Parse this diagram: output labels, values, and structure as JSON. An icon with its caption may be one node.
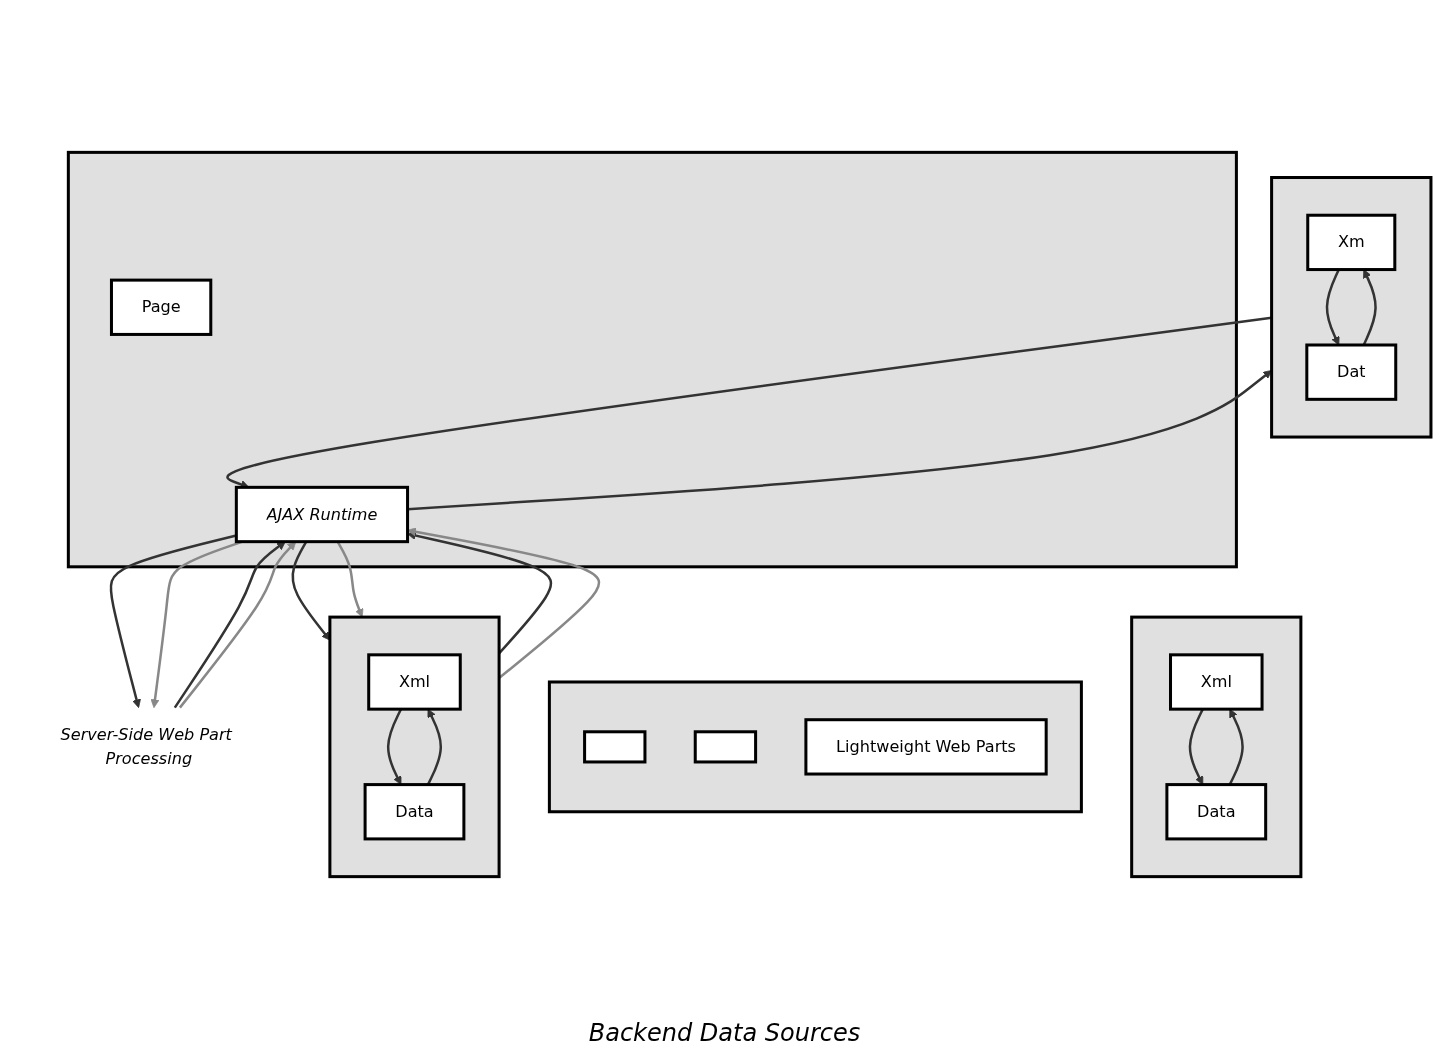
{
  "diagram": {
    "nodes": [
      {
        "text": [],
        "shape": "box"
      },
      {
        "text": [
          "Page"
        ],
        "in": 0
      },
      {
        "text": [
          "AJAX Runtime"
        ],
        "in": 0
      },
      {
        "text": [
          "Server-Side Web Part Processing"
        ]
      },
      {
        "text": [],
        "shape": "box"
      },
      {
        "text": [],
        "shape": "box",
        "in": 4
      },
      {
        "text": [],
        "shape": "box",
        "in": 4
      },
      {
        "text": [
          "Lightweight Web Parts"
        ],
        "in": 4
      },
      {
        "text": [],
        "shape": "box"
      },
      {
        "text": [
          "Xml"
        ],
        "in": 8
      },
      {
        "text": [
          "Data"
        ],
        "in": 8
      },
      {
        "text": [],
        "shape": "box"
      },
      {
        "text": [
          "Xml"
        ],
        "in": 11
      },
      {
        "text": [
          "Data"
        ],
        "in": 11
      },
      {
        "text": [],
        "shape": "box"
      },
      {
        "text": [
          "Xm"
        ],
        "in": 14
      },
      {
        "text": [
          "Dat"
        ],
        "in": 14
      }
    ],
    "edges": [
      {
        "from": 2,
        "to": 3,
        "arrow": "to"
      },
      {
        "from": 3,
        "to": 2,
        "arrow": "to"
      },
      {
        "from": 2,
        "to": 3,
        "arrow": "to",
        "color": "#888888"
      },
      {
        "from": 3,
        "to": 2,
        "arrow": "to",
        "color": "#888888"
      },
      {
        "from": 2,
        "to": 11,
        "arrow": "to"
      },
      {
        "from": 11,
        "to": 2,
        "arrow": "to"
      },
      {
        "from": 2,
        "to": 11,
        "arrow": "to",
        "color": "#888888"
      },
      {
        "from": 11,
        "to": 2,
        "arrow": "to",
        "color": "#888888"
      },
      {
        "from": 2,
        "to": 14,
        "arrow": "to"
      },
      {
        "from": 14,
        "to": 2,
        "arrow": "to"
      },
      {
        "from": 9,
        "to": 10,
        "arrow": "to"
      },
      {
        "from": 10,
        "to": 9,
        "arrow": "to"
      },
      {
        "from": 12,
        "to": 13,
        "arrow": "to"
      },
      {
        "from": 13,
        "to": 12,
        "arrow": "to"
      },
      {
        "from": 15,
        "to": 16,
        "arrow": "to"
      },
      {
        "from": 16,
        "to": 15,
        "arrow": "to"
      }
    ],
    "labels": [
      "Backend Data Sources"
    ]
  }
}
